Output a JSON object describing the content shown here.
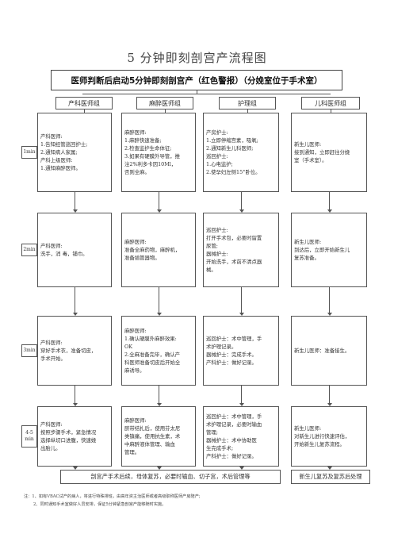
{
  "title": "5 分钟即刻剖宫产流程图",
  "banner": "医师判断后启动5分钟即刻剖宫产（红色警报）（分娩室位于手术室）",
  "columns": [
    "产科医师组",
    "麻醉医师组",
    "护理组",
    "儿科医师组"
  ],
  "rows": [
    {
      "time": "1min",
      "cells": [
        [
          "产科医师:",
          "1.告知经管巡回护士;",
          "2.通知病人家属;",
          "产科上级医师:",
          "1.通知麻醉医师。"
        ],
        [
          "麻醉医师:",
          "1.麻醉快速准备;",
          "2.检查监护生命体征;",
          "3.如果有硬膜外导管，推",
          "注2%利多卡因10Ml，",
          "否则全麻。"
        ],
        [
          "产房护士:",
          "1.立即停缩宫素，吸氧;",
          "2.通知新生儿科医师;",
          "巡回护士:",
          "1.心电监护;",
          "2.使孕妇左侧15°卧位。"
        ],
        [
          "新生儿医师:",
          "接到通知，立即赶往分娩",
          "室（手术室）。"
        ]
      ]
    },
    {
      "time": "2min",
      "cells": [
        [
          "产科医师:",
          "洗手，消 毒，铺巾。"
        ],
        [
          "麻醉医师:",
          "准备全麻药物，麻醉机，",
          "准备插管器物。"
        ],
        [
          "巡回护士:",
          "打开手术包，必要时留置",
          "尿管;",
          "器械护士:",
          "开始洗手，术前不清点器",
          "械。"
        ],
        [
          "新生儿医师:",
          "到达后，立即开始新生儿",
          "复苏准备。"
        ]
      ]
    },
    {
      "time": "3min",
      "cells": [
        [
          "产科医师:",
          "穿好手术衣，准备切皮，",
          "手术开始。"
        ],
        [
          "麻醉医师:",
          "1.确认硬膜外麻醉效果:",
          "OK",
          "2.全麻准备完毕，确认产",
          "科医师准备切皮后开始全",
          "麻诱导。"
        ],
        [
          "巡回护士：术中管理，手",
          "术护理记录。",
          "器械护士：完成手术。",
          "产科护士：做好记录。"
        ],
        [
          "新生儿医师：准备接生。"
        ]
      ]
    },
    {
      "time": "4-5 min",
      "cells": [
        [
          "产科医师:",
          "按照步骤手术，紧急情况",
          "选择纵切口进腹，快速娩",
          "出胎儿。"
        ],
        [
          "麻醉医师:",
          "脐带结扎后，使用芬太尼",
          "类镇痛，使用抗生素，术",
          "中麻醉液体管理、输血",
          "管理。"
        ],
        [
          "巡回护士：术中管理，手",
          "术护理记录，必要时输血",
          "管理;",
          "器械护士：术中协助医",
          "生完成手术;",
          "产科护士：做好记录。"
        ],
        [
          "新生儿医师:",
          "对新生儿进行快速评估，",
          "开始新生儿复苏流程。"
        ]
      ]
    }
  ],
  "bottom_left": "剖宫产手术后续，母体复苏，必要时输血、切子宫，术后管理等",
  "bottom_right": "新生儿复苏及复苏后处理",
  "notes": [
    "注：1、如有VBAC试产的病人，将进行特殊排班，由高年资主治医师或者高级职称医师产房陪产;",
    "2、同时通知手术室做好人员安排，保证5分钟紧急剖宫产能够随时实施。"
  ]
}
